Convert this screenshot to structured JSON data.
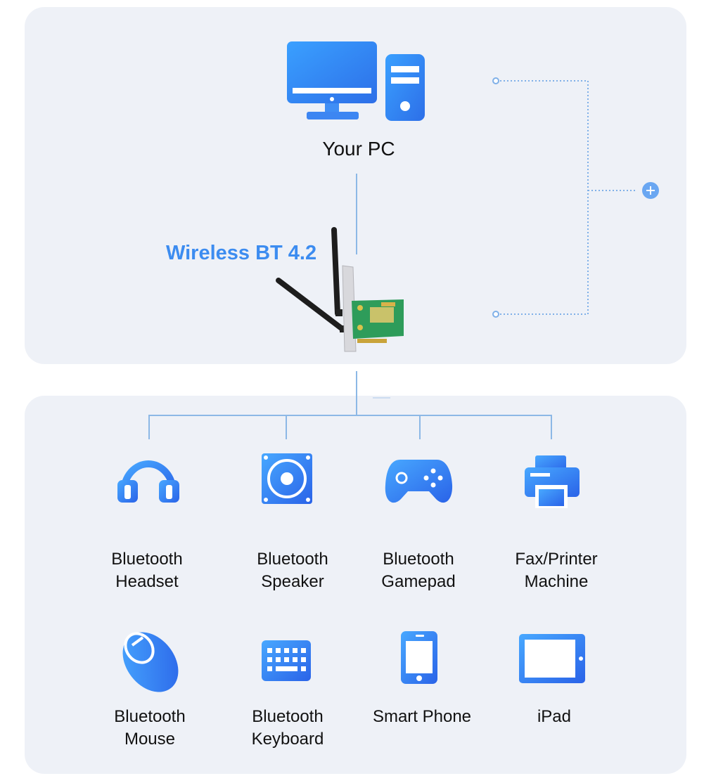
{
  "pc_label": "Your PC",
  "adapter_title": "Wireless BT 4.2",
  "devices": [
    {
      "line1": "Bluetooth",
      "line2": "Headset",
      "icon": "headset-icon"
    },
    {
      "line1": "Bluetooth",
      "line2": "Speaker",
      "icon": "speaker-icon"
    },
    {
      "line1": "Bluetooth",
      "line2": "Gamepad",
      "icon": "gamepad-icon"
    },
    {
      "line1": "Fax/Printer",
      "line2": "Machine",
      "icon": "printer-icon"
    },
    {
      "line1": "Bluetooth",
      "line2": "Mouse",
      "icon": "mouse-icon"
    },
    {
      "line1": "Bluetooth",
      "line2": "Keyboard",
      "icon": "keyboard-icon"
    },
    {
      "line1": "Smart Phone",
      "line2": "",
      "icon": "phone-icon"
    },
    {
      "line1": "iPad",
      "line2": "",
      "icon": "tablet-icon"
    }
  ],
  "colors": {
    "accent": "#3c8cf0",
    "panel": "#eef1f7",
    "connector": "#8cb8e6",
    "icon_blue": "#2f7cf0"
  }
}
